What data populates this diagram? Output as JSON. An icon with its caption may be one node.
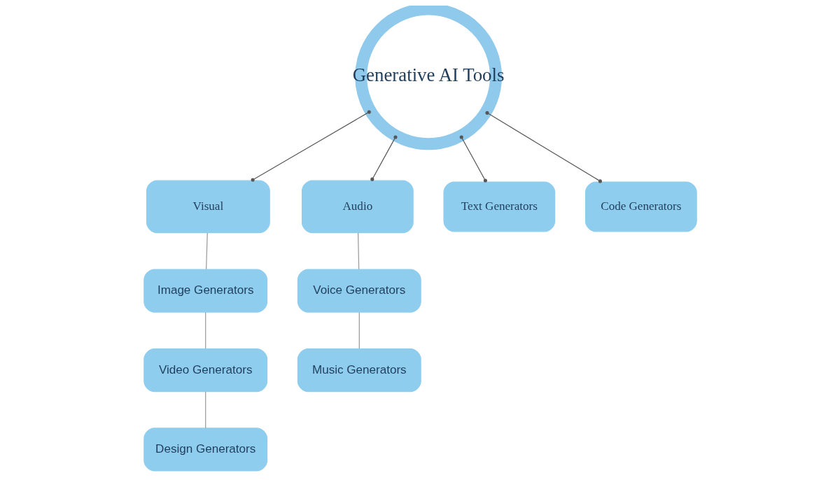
{
  "diagram": {
    "nodes": [
      {
        "text": [
          "Generative AI Tools"
        ]
      },
      {
        "text": [
          "Visual"
        ]
      },
      {
        "text": [
          "Audio"
        ]
      },
      {
        "text": [
          "Text Generators"
        ]
      },
      {
        "text": [
          "Code Generators"
        ]
      },
      {
        "text": [
          "Image Generators"
        ]
      },
      {
        "text": [
          "Video Generators"
        ]
      },
      {
        "text": [
          "Design Generators"
        ]
      },
      {
        "text": [
          "Voice Generators"
        ]
      },
      {
        "text": [
          "Music Generators"
        ]
      }
    ],
    "edges": [
      {
        "from": 0,
        "to": 1,
        "arrow": "other"
      },
      {
        "from": 0,
        "to": 2,
        "arrow": "other"
      },
      {
        "from": 0,
        "to": 3,
        "arrow": "other"
      },
      {
        "from": 0,
        "to": 4,
        "arrow": "other"
      },
      {
        "from": 1,
        "to": 5,
        "arrow": "none"
      },
      {
        "from": 5,
        "to": 6,
        "arrow": "none"
      },
      {
        "from": 6,
        "to": 7,
        "arrow": "none"
      },
      {
        "from": 2,
        "to": 8,
        "arrow": "none"
      },
      {
        "from": 8,
        "to": 9,
        "arrow": "none"
      }
    ]
  }
}
